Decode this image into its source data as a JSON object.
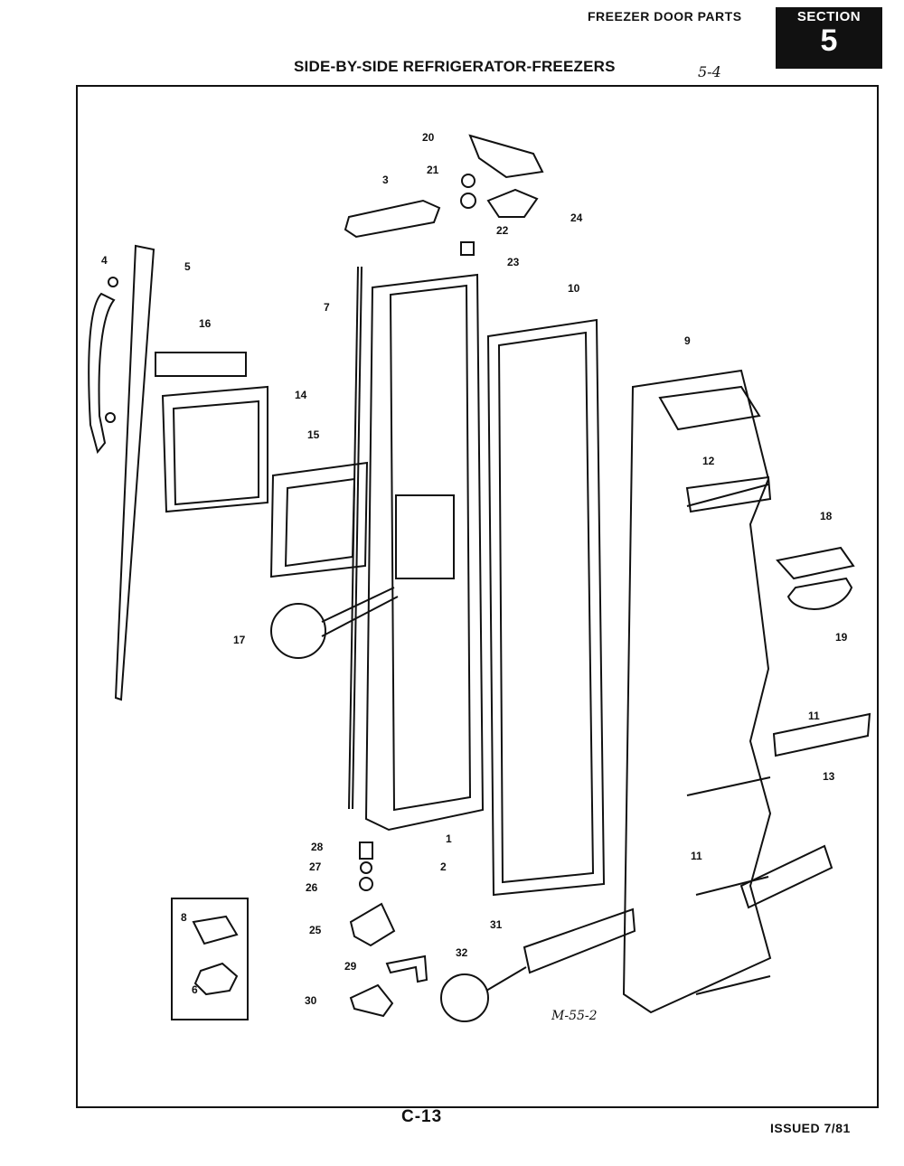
{
  "header": {
    "section_title": "FREEZER DOOR PARTS",
    "section_label": "SECTION",
    "section_number": "5",
    "title": "SIDE-BY-SIDE REFRIGERATOR-FREEZERS",
    "hand_note": "5-4"
  },
  "footer": {
    "page_code": "C-13",
    "issued": "ISSUED 7/81",
    "drawing_code": "M-55-2"
  },
  "callouts": [
    "1",
    "2",
    "3",
    "4",
    "5",
    "6",
    "7",
    "8",
    "9",
    "10",
    "11",
    "11",
    "12",
    "13",
    "14",
    "15",
    "16",
    "17",
    "18",
    "19",
    "20",
    "21",
    "22",
    "23",
    "24",
    "25",
    "26",
    "27",
    "28",
    "29",
    "30",
    "31",
    "32"
  ]
}
